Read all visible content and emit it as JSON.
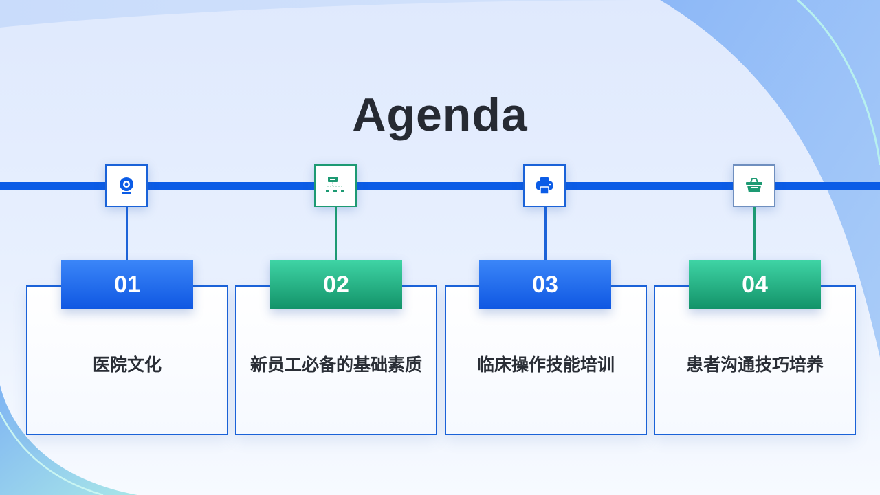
{
  "title": "Agenda",
  "colors": {
    "blue": "#0b5ce6",
    "green": "#1d9a73",
    "badge_blue": "#1a62e8",
    "badge_green": "#1a9a70",
    "text_dark": "#262a33"
  },
  "items": [
    {
      "number": "01",
      "label": "医院文化",
      "icon": "webcam-icon",
      "accent": "blue"
    },
    {
      "number": "02",
      "label": "新员工必备的基础素质",
      "icon": "org-chart-icon",
      "accent": "green"
    },
    {
      "number": "03",
      "label": "临床操作技能培训",
      "icon": "printer-icon",
      "accent": "blue"
    },
    {
      "number": "04",
      "label": "患者沟通技巧培养",
      "icon": "basket-icon",
      "accent": "green"
    }
  ]
}
